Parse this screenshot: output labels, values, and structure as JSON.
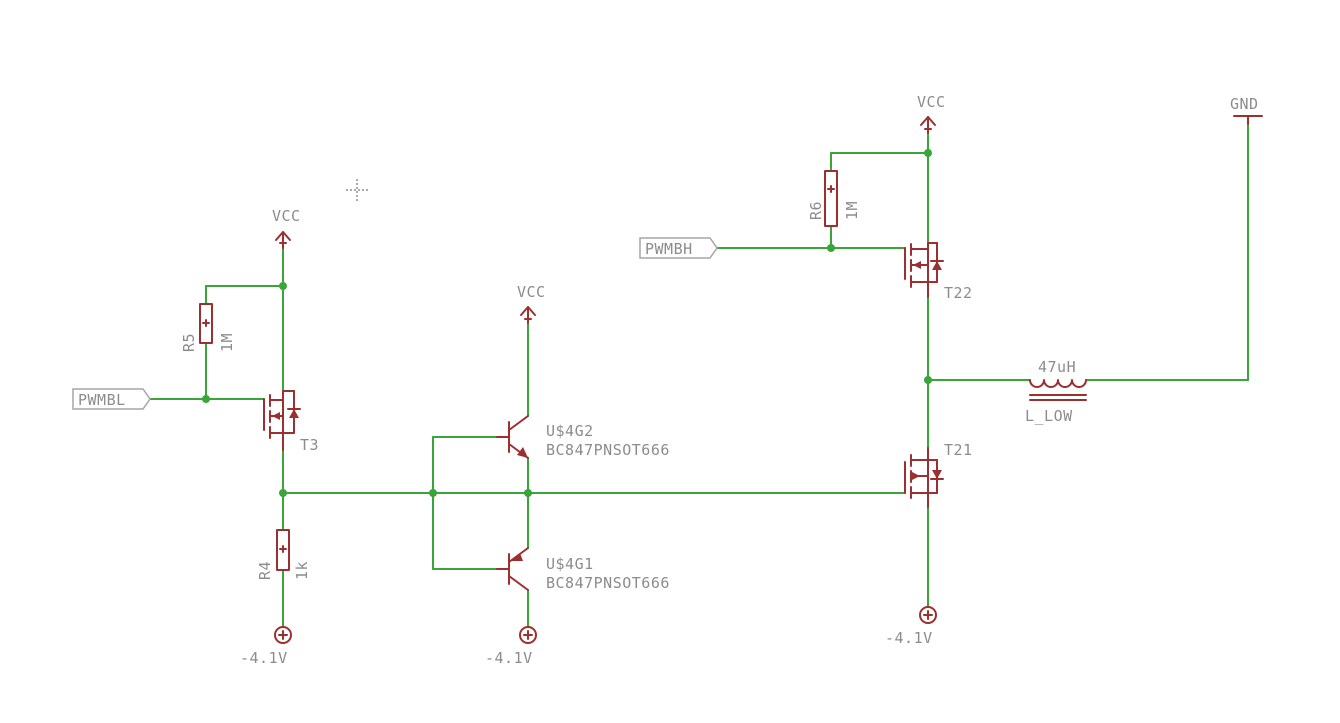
{
  "schematic": {
    "ports": {
      "pwmbl": "PWMBL",
      "pwmbh": "PWMBH"
    },
    "supplies": {
      "vcc": "VCC",
      "gnd": "GND",
      "neg": "-4.1V"
    },
    "components": {
      "r5": {
        "name": "R5",
        "value": "1M"
      },
      "r6": {
        "name": "R6",
        "value": "1M"
      },
      "r4": {
        "name": "R4",
        "value": "1k"
      },
      "t3": {
        "name": "T3"
      },
      "t22": {
        "name": "T22"
      },
      "t21": {
        "name": "T21"
      },
      "u4g2": {
        "name": "U$4G2",
        "value": "BC847PNSOT666"
      },
      "u4g1": {
        "name": "U$4G1",
        "value": "BC847PNSOT666"
      },
      "inductor": {
        "name": "L_LOW",
        "value": "47uH"
      }
    },
    "colors": {
      "wire": "#3aa63a",
      "symbol": "#9c2f2f",
      "text": "#8c8c8c"
    }
  }
}
